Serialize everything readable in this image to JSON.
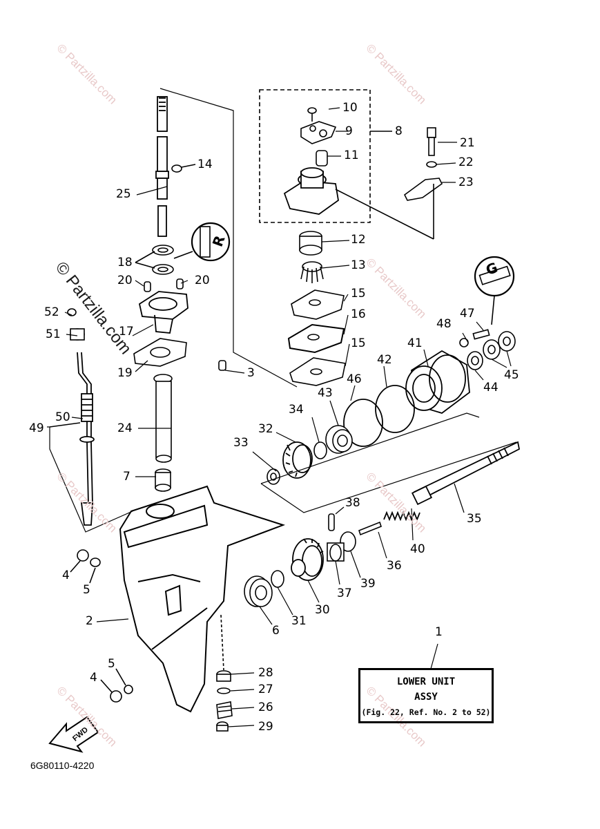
{
  "watermarks": [
    "© Partzilla.com"
  ],
  "callouts": [
    "1",
    "2",
    "3",
    "4",
    "5",
    "6",
    "7",
    "8",
    "9",
    "10",
    "11",
    "12",
    "13",
    "14",
    "15",
    "16",
    "17",
    "18",
    "19",
    "20",
    "21",
    "22",
    "23",
    "24",
    "25",
    "26",
    "27",
    "28",
    "29",
    "30",
    "31",
    "32",
    "33",
    "34",
    "35",
    "36",
    "37",
    "38",
    "39",
    "40",
    "41",
    "42",
    "43",
    "44",
    "45",
    "46",
    "47",
    "48",
    "49",
    "50",
    "51",
    "52"
  ],
  "assy_box": {
    "line1": "LOWER UNIT",
    "line2": "ASSY",
    "line3": "(Fig. 22, Ref. No. 2 to 52)"
  },
  "fwd_label": "FWD",
  "diagram_code": "6G80110-4220",
  "seal_labels": [
    "R",
    "G"
  ]
}
